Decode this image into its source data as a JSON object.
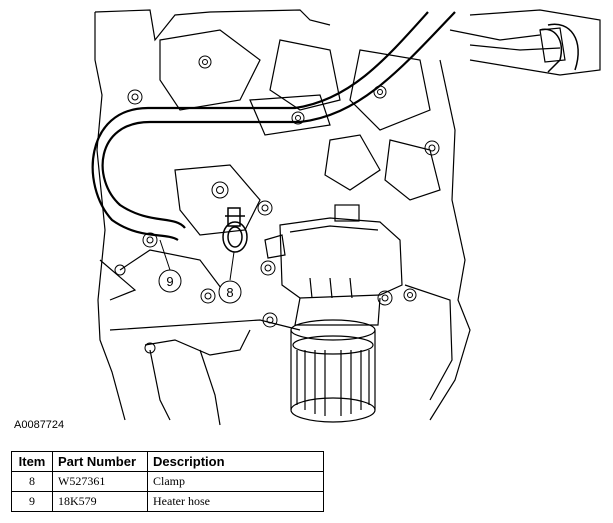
{
  "figure": {
    "id": "A0087724",
    "callouts": [
      {
        "label": "9",
        "icon": "callout-circle"
      },
      {
        "label": "8",
        "icon": "callout-circle"
      }
    ]
  },
  "table": {
    "headers": [
      "Item",
      "Part Number",
      "Description"
    ],
    "rows": [
      {
        "item": "8",
        "part_number": "W527361",
        "description": "Clamp"
      },
      {
        "item": "9",
        "part_number": "18K579",
        "description": "Heater hose"
      }
    ]
  },
  "colors": {
    "line": "#000000",
    "background": "#ffffff"
  }
}
